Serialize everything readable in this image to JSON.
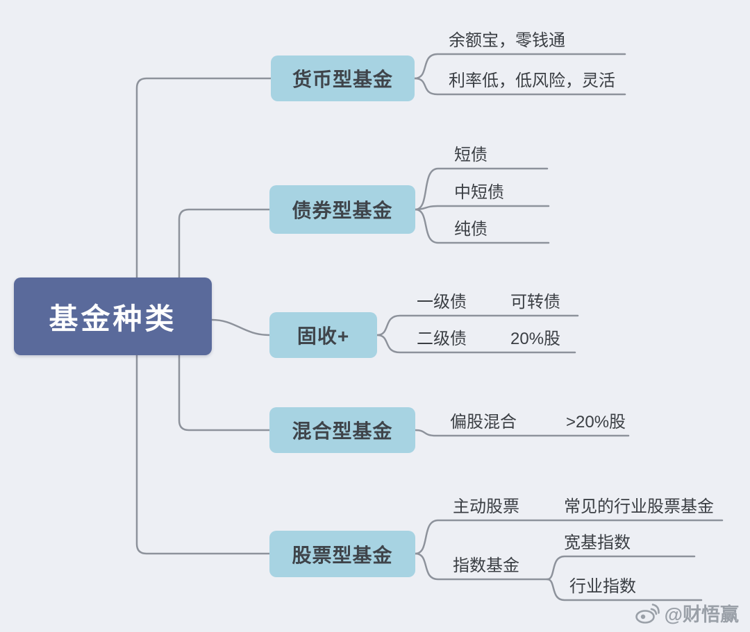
{
  "root": {
    "label": "基金种类"
  },
  "branches": [
    {
      "label": "货币型基金",
      "children": [
        {
          "label": "余额宝，零钱通"
        },
        {
          "label": "利率低，低风险，灵活"
        }
      ]
    },
    {
      "label": "债券型基金",
      "children": [
        {
          "label": "短债"
        },
        {
          "label": "中短债"
        },
        {
          "label": "纯债"
        }
      ]
    },
    {
      "label": "固收+",
      "children": [
        {
          "label": "一级债",
          "child": "可转债"
        },
        {
          "label": "二级债",
          "child": "20%股"
        }
      ]
    },
    {
      "label": "混合型基金",
      "children": [
        {
          "label": "偏股混合",
          "child": ">20%股"
        }
      ]
    },
    {
      "label": "股票型基金",
      "children": [
        {
          "label": "主动股票",
          "child": "常见的行业股票基金"
        },
        {
          "label": "指数基金",
          "grandchildren": [
            "宽基指数",
            "行业指数"
          ]
        }
      ]
    }
  ],
  "watermark": {
    "handle": "@财悟赢",
    "icon": "weibo-icon"
  },
  "colors": {
    "background": "#edeff4",
    "root_node": "#5a6a9b",
    "root_text": "#ffffff",
    "branch_node": "#a7d3e2",
    "branch_text": "#3f444a",
    "line": "#8d929b",
    "leaf_text": "#3a3e43",
    "watermark": "#9aa0a8"
  }
}
